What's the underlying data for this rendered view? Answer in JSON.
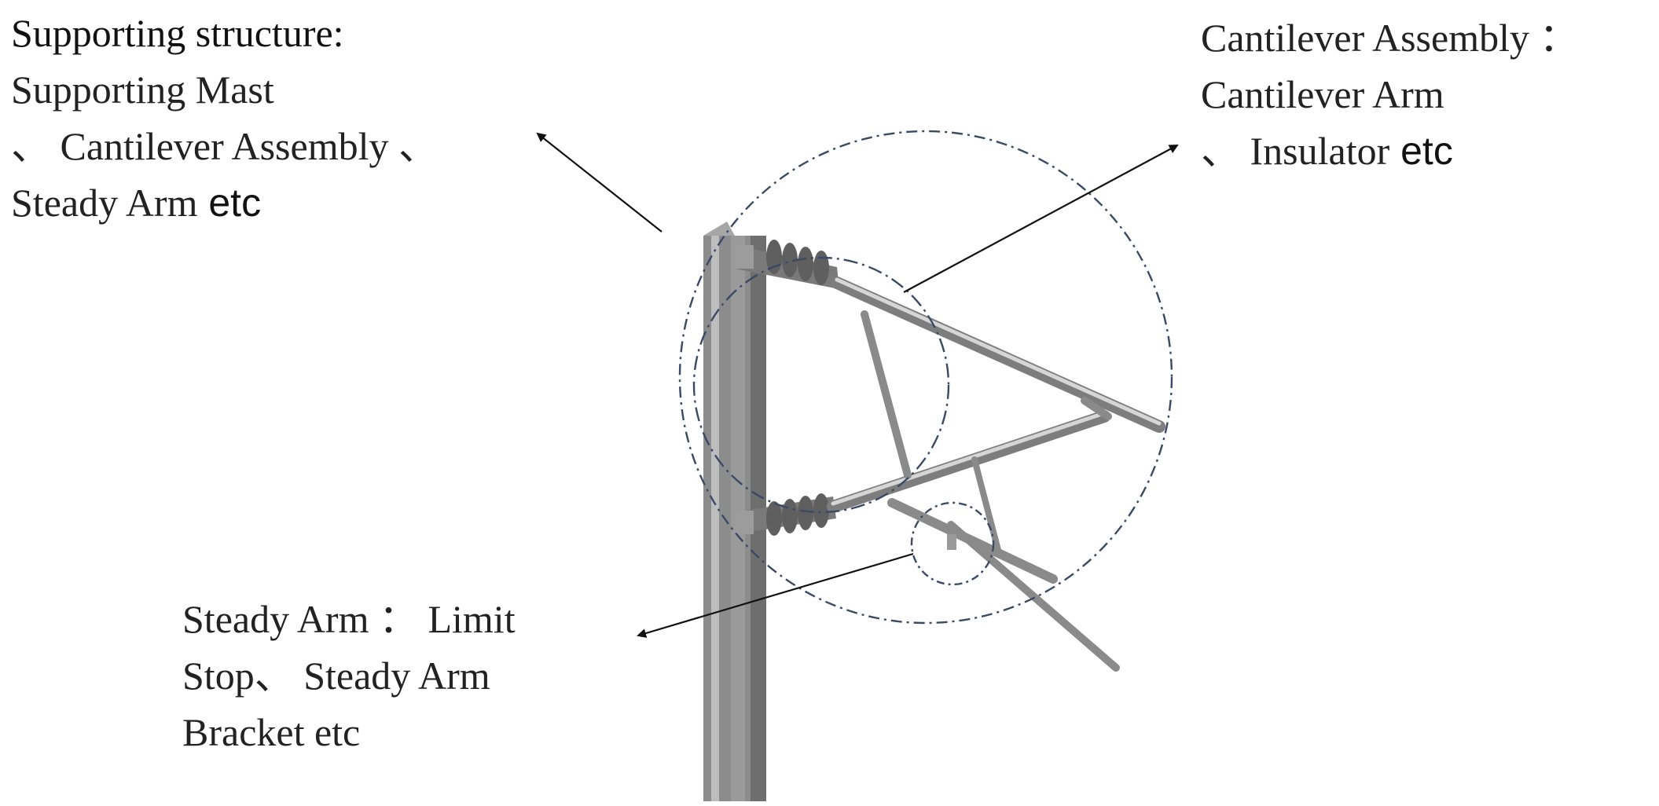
{
  "labels": {
    "supporting": {
      "line1": "Supporting structure:",
      "line2": "Supporting Mast",
      "line3": "、 Cantilever Assembly 、",
      "line4_a": "Steady Arm",
      "line4_b": " etc"
    },
    "cantilever": {
      "line1": "Cantilever Assembly ：",
      "line2": "Cantilever Arm",
      "line3_a": "、 Insulator",
      "line3_b": " etc"
    },
    "steady": {
      "line1": "Steady Arm ： Limit",
      "line2": "Stop、 Steady Arm",
      "line3": "Bracket etc"
    }
  },
  "colors": {
    "mast": "#8c8c8c",
    "mast_dark": "#6e6e6e",
    "circle": "#3a4a66",
    "text": "#222222"
  }
}
